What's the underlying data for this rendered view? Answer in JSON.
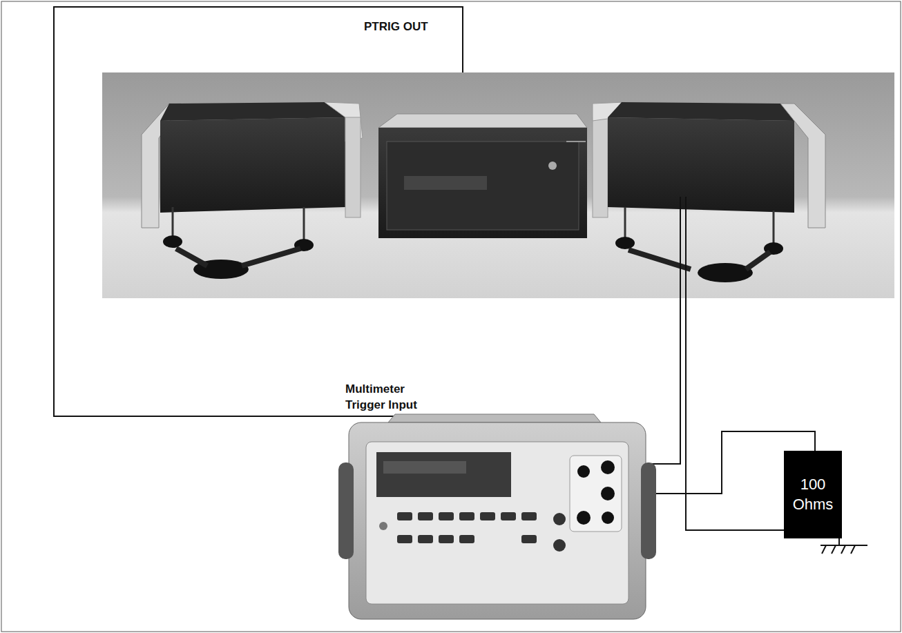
{
  "diagram": {
    "nodes": [
      {
        "text": [
          "100 Ohms"
        ]
      }
    ],
    "labels": [
      "PTRIG OUT",
      "Multimeter Trigger Input"
    ]
  }
}
